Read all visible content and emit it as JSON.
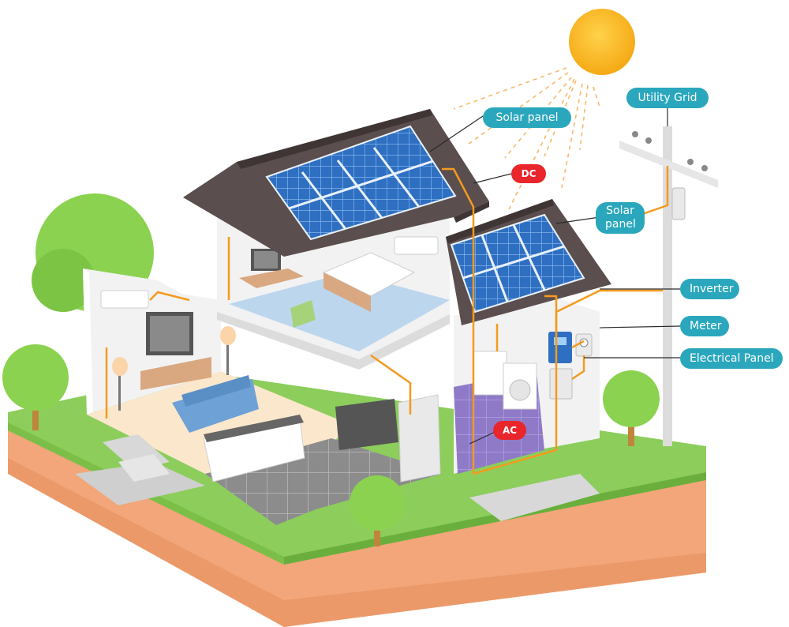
{
  "labels": {
    "utility_grid": "Utility Grid",
    "solar_panel_main": "Solar panel",
    "dc": "DC",
    "solar_panel_second": "Solar\npanel",
    "inverter": "Inverter",
    "meter": "Meter",
    "electrical_panel": "Electrical Panel",
    "ac": "AC"
  },
  "colors": {
    "label_bg": "#2aa7bd",
    "current_badge": "#e8262b",
    "wire": "#f39a1e",
    "sun": "#f7b21a",
    "panel": "#2f6fc2",
    "roof": "#5b4e4e",
    "grass": "#8ccd5c",
    "soil": "#f2a679",
    "tree": "#8ad24f"
  }
}
